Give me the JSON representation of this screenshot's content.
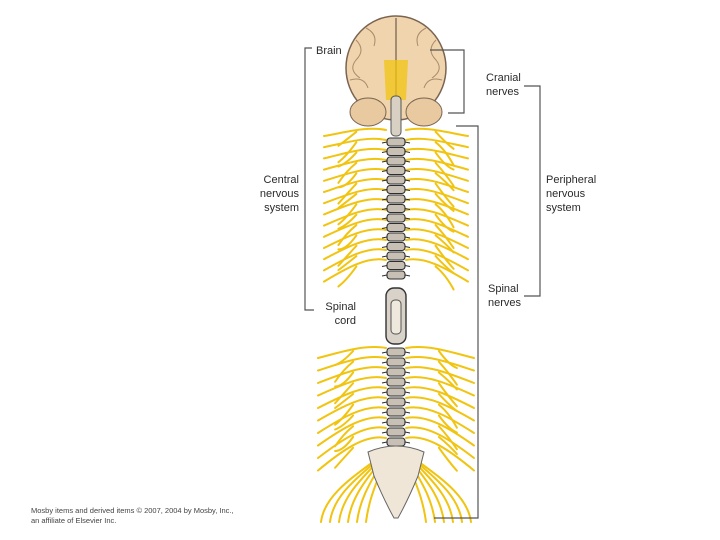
{
  "labels": {
    "brain": "Brain",
    "cranial_nerves": [
      "Cranial",
      "nerves"
    ],
    "central_nervous_system": [
      "Central",
      "nervous",
      "system"
    ],
    "peripheral_nervous_system": [
      "Peripheral",
      "nervous",
      "system"
    ],
    "spinal_nerves": [
      "Spinal",
      "nerves"
    ],
    "spinal_cord": [
      "Spinal",
      "cord"
    ]
  },
  "credit": [
    "Mosby items and derived items © 2007, 2004 by Mosby, Inc.,",
    "an affiliate of Elsevier Inc."
  ],
  "colors": {
    "nerve": "#f1c40f",
    "brain": "#f0d4ae",
    "bone": "#c8c0b4",
    "bracket": "#555555"
  }
}
